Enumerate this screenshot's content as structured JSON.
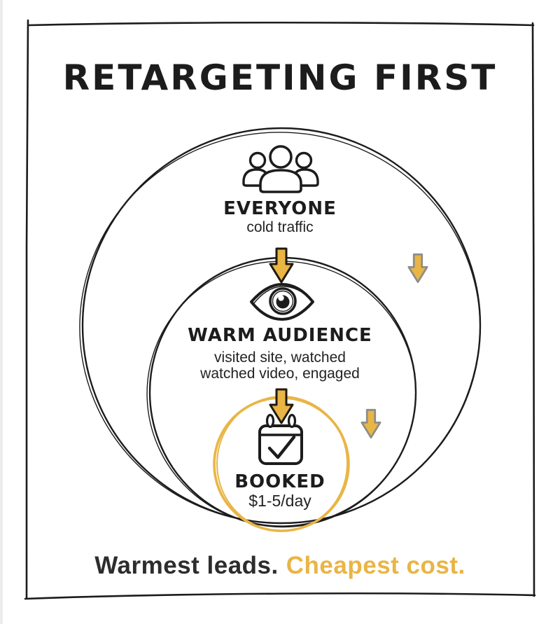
{
  "title": "RETARGETING FIRST",
  "funnel": {
    "outer": {
      "label": "EVERYONE",
      "sublabel": "cold traffic",
      "icon": "people-icon"
    },
    "middle": {
      "label": "WARM AUDIENCE",
      "subline1": "visited site, watched",
      "subline2": "watched video, engaged",
      "icon": "eye-icon"
    },
    "inner": {
      "label": "BOOKED",
      "sublabel": "$1-5/day",
      "icon": "calendar-check-icon"
    }
  },
  "caption": {
    "dark": "Warmest leads.",
    "gold": "Cheapest cost."
  },
  "icons": [
    "people-icon",
    "eye-icon",
    "calendar-check-icon",
    "down-arrow-icon"
  ],
  "colors": {
    "gold": "#E9B545",
    "ink": "#1C1C1C",
    "gray_outline": "#8E8E88",
    "caption_dark": "#2D2D2D"
  }
}
